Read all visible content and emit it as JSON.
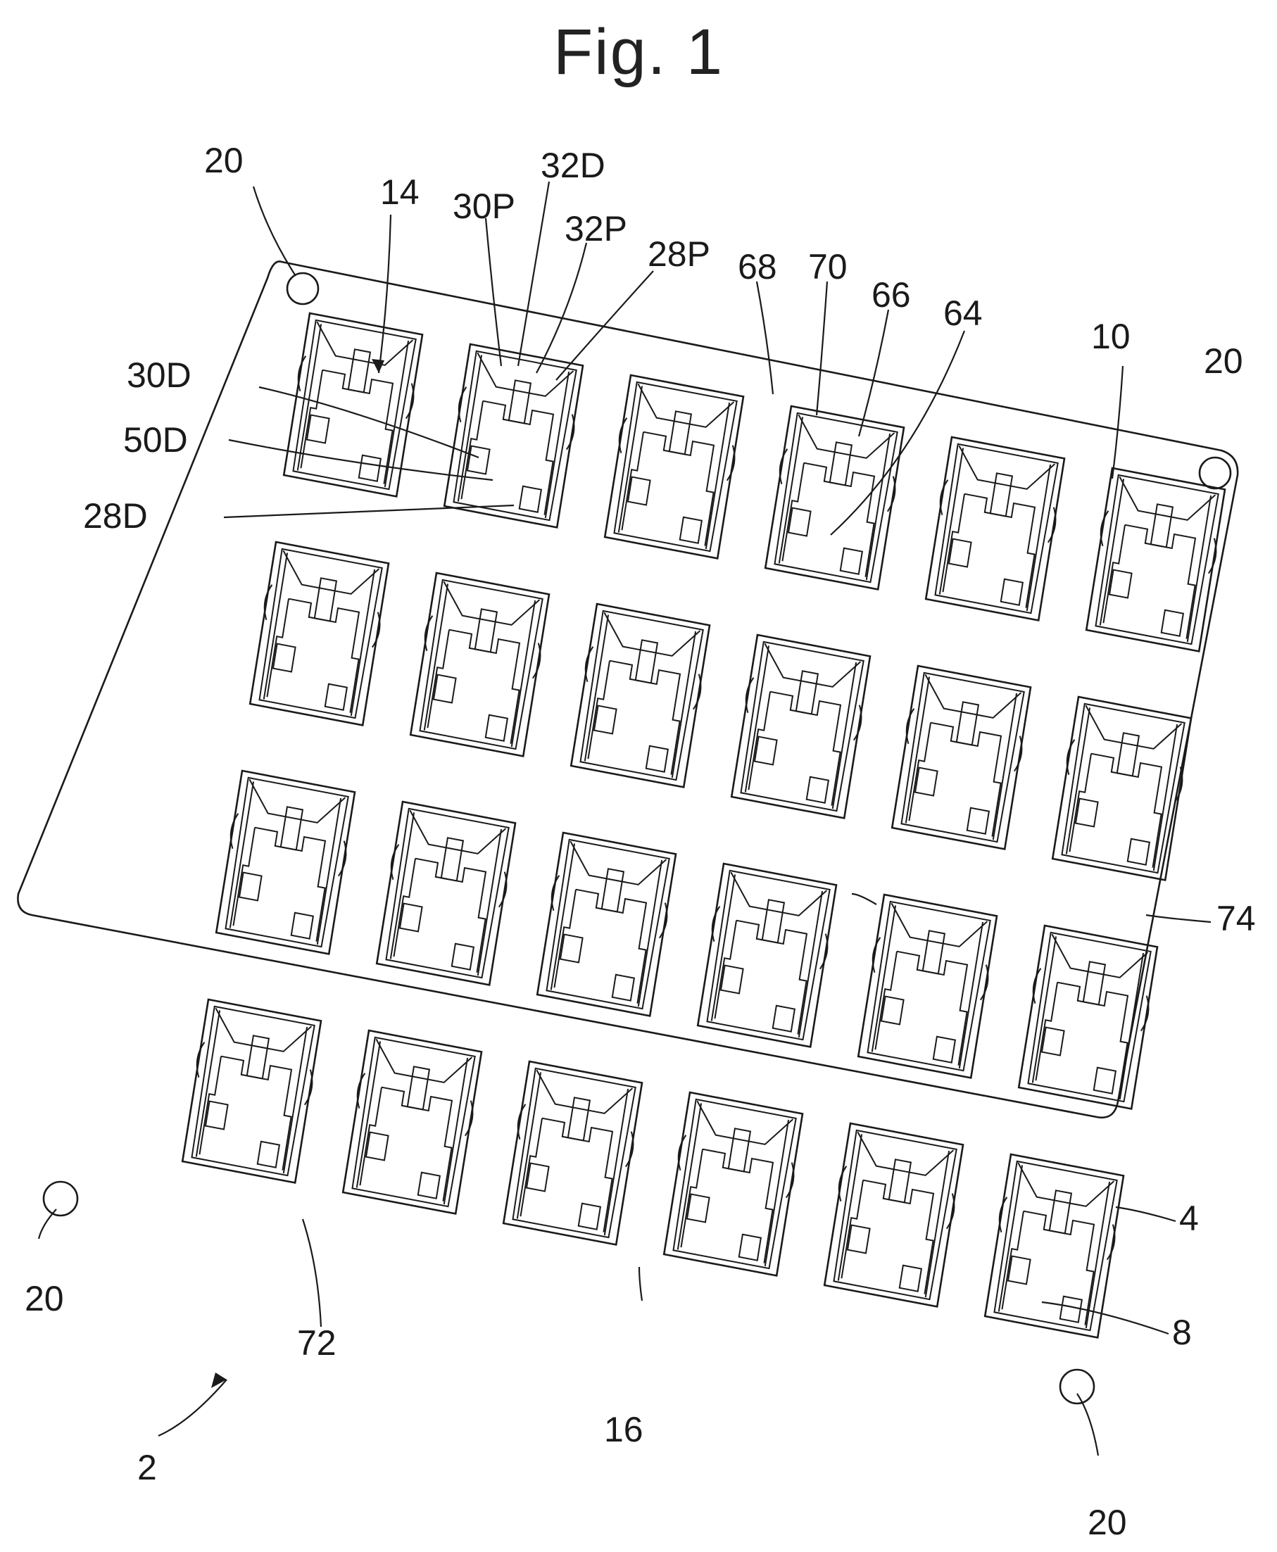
{
  "figure": {
    "title": "Fig. 1"
  },
  "labels": {
    "l2": "2",
    "l4": "4",
    "l8": "8",
    "l10": "10",
    "l14": "14",
    "l16": "16",
    "l20": "20",
    "l28D": "28D",
    "l28P": "28P",
    "l30D": "30D",
    "l30P": "30P",
    "l32D": "32D",
    "l32P": "32P",
    "l50D": "50D",
    "l64": "64",
    "l66": "66",
    "l68": "68",
    "l70": "70",
    "l72": "72",
    "l74": "74"
  },
  "grid": {
    "rows": 4,
    "columns": 6
  }
}
